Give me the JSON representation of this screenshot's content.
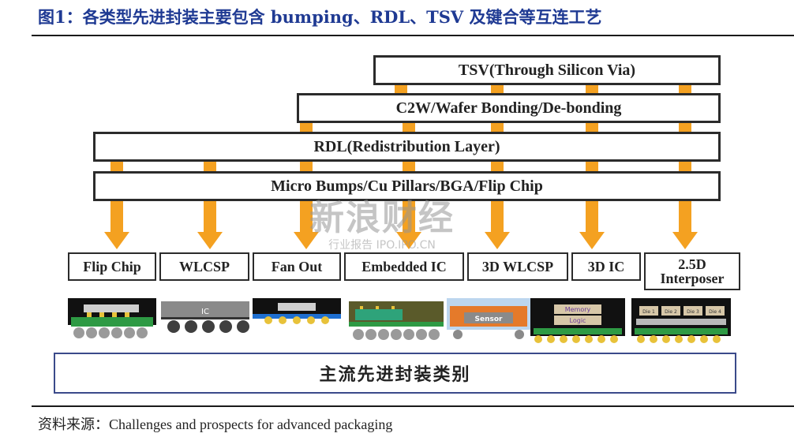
{
  "title": "图1：各类型先进封装主要包含 bumping、RDL、TSV 及键合等互连工艺",
  "layers": {
    "tsv": "TSV(Through Silicon Via)",
    "c2w": "C2W/Wafer Bonding/De-bonding",
    "rdl": "RDL(Redistribution Layer)",
    "bumps": "Micro Bumps/Cu Pillars/BGA/Flip Chip"
  },
  "categories": [
    "Flip Chip",
    "WLCSP",
    "Fan Out",
    "Embedded IC",
    "3D WLCSP",
    "3D IC",
    "2.5D\nInterposer"
  ],
  "package_labels": {
    "wlcsp_ic": "IC",
    "sensor": "Sensor",
    "memory": "Memory",
    "logic": "Logic",
    "dies": [
      "Die 1",
      "Die 2",
      "Die 3",
      "Die 4"
    ]
  },
  "bottom_label": "主流先进封装类别",
  "watermark": {
    "main": "新浪财经",
    "sub": "行业报告 IPO.IPO.CN"
  },
  "source": "资料来源：Challenges and prospects for advanced packaging"
}
